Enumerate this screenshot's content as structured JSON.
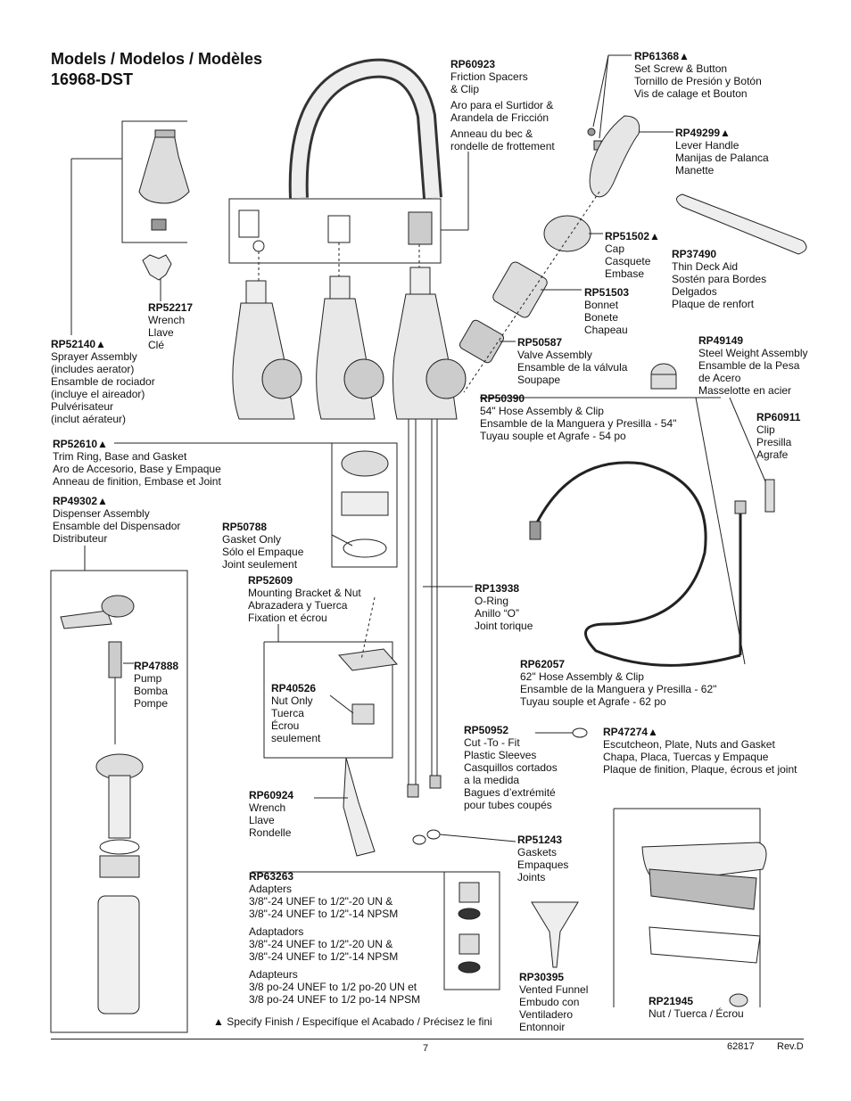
{
  "header": {
    "title_line1": "Models / Modelos / Modèles",
    "title_line2": "16968-DST"
  },
  "parts": {
    "rp60923": {
      "num": "RP60923",
      "lines": [
        "Friction Spacers",
        "& Clip",
        "Aro para el Surtidor &",
        "Arandela de Fricción",
        "Anneau du bec &",
        "rondelle de frottement"
      ]
    },
    "rp61368": {
      "num": "RP61368▲",
      "lines": [
        "Set Screw & Button",
        "Tornillo de Presión y Botón",
        "Vis de calage et Bouton"
      ]
    },
    "rp49299": {
      "num": "RP49299▲",
      "lines": [
        "Lever Handle",
        "Manijas de Palanca",
        "Manette"
      ]
    },
    "rp51502": {
      "num": "RP51502▲",
      "lines": [
        "Cap",
        "Casquete",
        "Embase"
      ]
    },
    "rp37490": {
      "num": "RP37490",
      "lines": [
        "Thin Deck Aid",
        "Sostén para Bordes",
        "Delgados",
        "Plaque de renfort"
      ]
    },
    "rp51503": {
      "num": "RP51503",
      "lines": [
        "Bonnet",
        "Bonete",
        "Chapeau"
      ]
    },
    "rp50587": {
      "num": "RP50587",
      "lines": [
        "Valve Assembly",
        "Ensamble de la válvula",
        "Soupape"
      ]
    },
    "rp49149": {
      "num": "RP49149",
      "lines": [
        "Steel Weight Assembly",
        "Ensamble de la Pesa",
        "de Acero",
        "Masselotte en acier"
      ]
    },
    "rp52217": {
      "num": "RP52217",
      "lines": [
        "Wrench",
        "Llave",
        "Clé"
      ]
    },
    "rp52140": {
      "num": "RP52140▲",
      "lines": [
        "Sprayer Assembly",
        "(includes aerator)",
        "Ensamble de rociador",
        "(incluye el aireador)",
        "Pulvérisateur",
        "(inclut aérateur)"
      ]
    },
    "rp50390": {
      "num": "RP50390",
      "lines": [
        "54\" Hose Assembly & Clip",
        "Ensamble de la Manguera y Presilla - 54\"",
        "Tuyau souple et Agrafe - 54 po"
      ]
    },
    "rp60911": {
      "num": "RP60911",
      "lines": [
        "Clip",
        "Presilla",
        "Agrafe"
      ]
    },
    "rp52610": {
      "num": "RP52610▲",
      "lines": [
        "Trim Ring, Base and Gasket",
        "Aro de Accesorio, Base y Empaque",
        "Anneau de finition, Embase et Joint"
      ]
    },
    "rp49302": {
      "num": "RP49302▲",
      "lines": [
        "Dispenser Assembly",
        "Ensamble del Dispensador",
        "Distributeur"
      ]
    },
    "rp50788": {
      "num": "RP50788",
      "lines": [
        "Gasket Only",
        "Sólo el Empaque",
        "Joint seulement"
      ]
    },
    "rp52609": {
      "num": "RP52609",
      "lines": [
        "Mounting Bracket & Nut",
        "Abrazadera y Tuerca",
        "Fixation et écrou"
      ]
    },
    "rp13938": {
      "num": "RP13938",
      "lines": [
        "O-Ring",
        "Anillo “O”",
        "Joint torique"
      ]
    },
    "rp47888": {
      "num": "RP47888",
      "lines": [
        "Pump",
        "Bomba",
        "Pompe"
      ]
    },
    "rp40526": {
      "num": "RP40526",
      "lines": [
        "Nut Only",
        "Tuerca",
        "Écrou",
        "seulement"
      ]
    },
    "rp62057": {
      "num": "RP62057",
      "lines": [
        "62\" Hose Assembly & Clip",
        "Ensamble de la Manguera y Presilla - 62\"",
        "Tuyau souple et Agrafe - 62 po"
      ]
    },
    "rp50952": {
      "num": "RP50952",
      "lines": [
        "Cut -To - Fit",
        "Plastic Sleeves",
        "Casquillos cortados",
        "a la medida",
        "Bagues d’extrémité",
        "pour tubes coupés"
      ]
    },
    "rp47274": {
      "num": "RP47274▲",
      "lines": [
        "Escutcheon, Plate, Nuts and Gasket",
        "Chapa, Placa, Tuercas y Empaque",
        "Plaque de finition, Plaque, écrous et joint"
      ]
    },
    "rp60924": {
      "num": "RP60924",
      "lines": [
        "Wrench",
        "Llave",
        "Rondelle"
      ]
    },
    "rp51243": {
      "num": "RP51243",
      "lines": [
        "Gaskets",
        "Empaques",
        "Joints"
      ]
    },
    "rp63263": {
      "num": "RP63263",
      "lines": [
        "Adapters",
        "3/8\"-24 UNEF to 1/2\"-20 UN &",
        "3/8\"-24 UNEF to 1/2\"-14 NPSM",
        "Adaptadors",
        "3/8\"-24 UNEF to 1/2\"-20 UN &",
        "3/8\"-24 UNEF to 1/2\"-14 NPSM",
        "Adapteurs",
        "3/8 po-24 UNEF to 1/2 po-20 UN et",
        "3/8 po-24 UNEF to 1/2 po-14 NPSM"
      ]
    },
    "rp30395": {
      "num": "RP30395",
      "lines": [
        "Vented Funnel",
        "Embudo con",
        "Ventiladero",
        "Entonnoir"
      ]
    },
    "rp21945": {
      "num": "RP21945",
      "lines": [
        "Nut / Tuerca / Écrou"
      ]
    }
  },
  "note": "▲ Specify Finish / Especifíque el Acabado / Précisez le fini",
  "footer": {
    "page": "7",
    "doc": "62817",
    "rev": "Rev.D"
  }
}
